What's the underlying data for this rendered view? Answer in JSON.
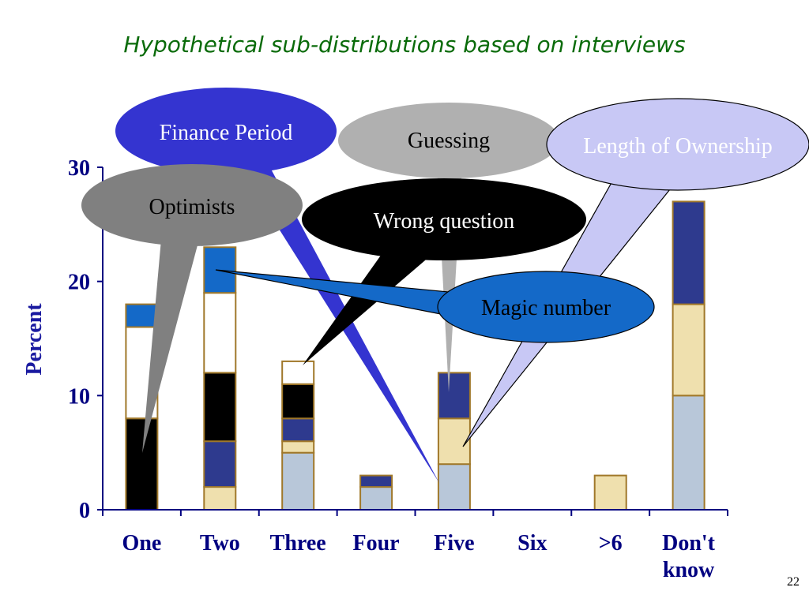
{
  "slide": {
    "title": "Hypothetical sub-distributions based on interviews",
    "page_number": "22"
  },
  "chart_data": {
    "type": "bar",
    "stacked": true,
    "ylabel": "Percent",
    "ylim": [
      0,
      30
    ],
    "yticks": [
      0,
      10,
      20,
      30
    ],
    "categories": [
      "One",
      "Two",
      "Three",
      "Four",
      "Five",
      "Six",
      ">6",
      "Don't know"
    ],
    "series": [
      {
        "name": "",
        "color": "#b8c7d9",
        "values": [
          0,
          0,
          5,
          2,
          4,
          0,
          0,
          10
        ]
      },
      {
        "name": "",
        "color": "#efe0ae",
        "values": [
          0,
          2,
          1,
          0,
          4,
          0,
          3,
          8
        ]
      },
      {
        "name": "",
        "color": "#2e3a8e",
        "values": [
          0,
          4,
          2,
          1,
          4,
          0,
          0,
          9
        ]
      },
      {
        "name": "",
        "color": "#000000",
        "values": [
          8,
          6,
          3,
          0,
          0,
          0,
          0,
          0
        ]
      },
      {
        "name": "",
        "color": "#ffffff",
        "values": [
          8,
          7,
          2,
          0,
          0,
          0,
          0,
          0
        ]
      },
      {
        "name": "",
        "color": "#1469c8",
        "values": [
          2,
          4,
          0,
          0,
          0,
          0,
          0,
          0
        ]
      }
    ],
    "annotations": [
      {
        "label": "Finance Period",
        "fill": "#3434d0",
        "text_color": "#ffffff",
        "points_to": "Five"
      },
      {
        "label": "Guessing",
        "fill": "#b0b0b0",
        "text_color": "#000000",
        "points_to": "Five"
      },
      {
        "label": "Length of Ownership",
        "fill": "#c8c8f5",
        "text_color": "#ffffff",
        "points_to": "Five"
      },
      {
        "label": "Optimists",
        "fill": "#808080",
        "text_color": "#000000",
        "points_to": "One"
      },
      {
        "label": "Wrong question",
        "fill": "#000000",
        "text_color": "#ffffff",
        "points_to": "Three"
      },
      {
        "label": "Magic number",
        "fill": "#1469c8",
        "text_color": "#000000",
        "points_to": "Two"
      }
    ],
    "bar_outline_color": "#a0782a",
    "axis_color": "#000080"
  }
}
